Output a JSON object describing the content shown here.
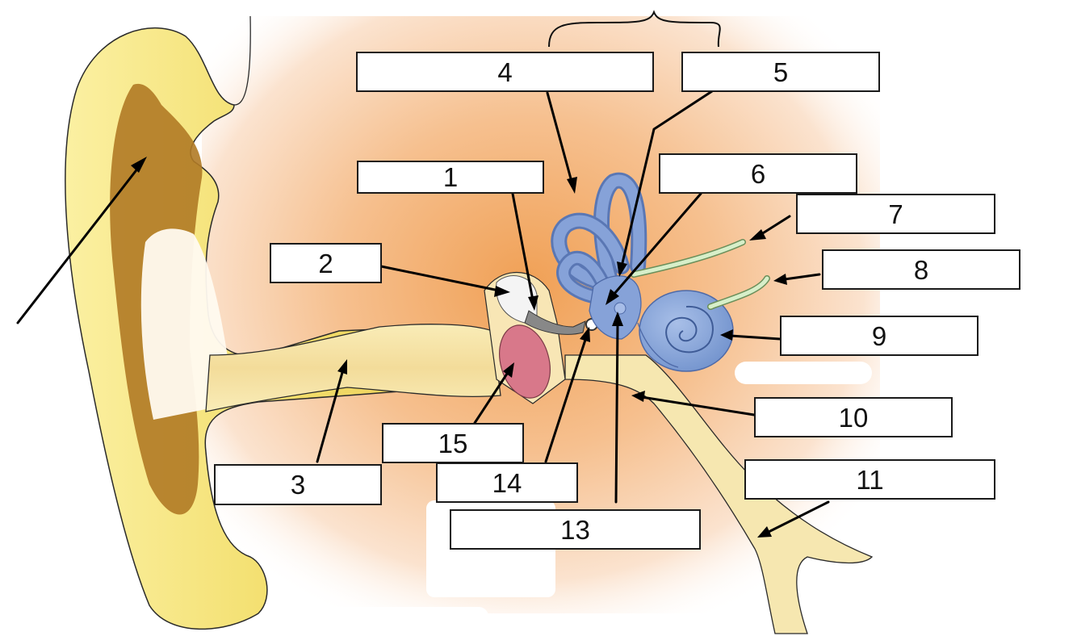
{
  "labels": [
    {
      "id": "1",
      "text": "1"
    },
    {
      "id": "2",
      "text": "2"
    },
    {
      "id": "3",
      "text": "3"
    },
    {
      "id": "4",
      "text": "4"
    },
    {
      "id": "5",
      "text": "5"
    },
    {
      "id": "6",
      "text": "6"
    },
    {
      "id": "7",
      "text": "7"
    },
    {
      "id": "8",
      "text": "8"
    },
    {
      "id": "9",
      "text": "9"
    },
    {
      "id": "10",
      "text": "10"
    },
    {
      "id": "11",
      "text": "11"
    },
    {
      "id": "13",
      "text": "13"
    },
    {
      "id": "14",
      "text": "14"
    },
    {
      "id": "15",
      "text": "15"
    }
  ],
  "colors": {
    "outer_ear": "#f3e27a",
    "outer_ear_dark": "#a8741f",
    "canal": "#f5e7a5",
    "background_tissue": "#f2a35c",
    "inner_ear": "#7f9fd6",
    "inner_ear_outline": "#4e6aa8",
    "eardrum": "#d8788a",
    "nerve": "#cfe8c2",
    "arrow": "#000000"
  }
}
